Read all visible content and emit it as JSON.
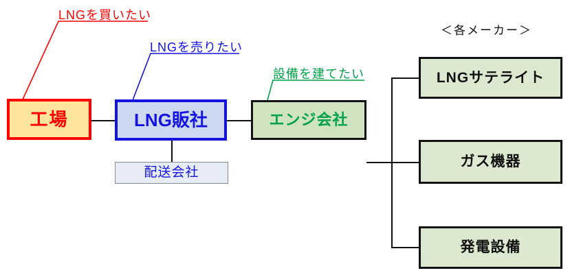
{
  "diagram": {
    "title_label": "＜各メーカー＞",
    "nodes": {
      "factory": {
        "label": "工場"
      },
      "dealer": {
        "label": "LNG販社"
      },
      "delivery": {
        "label": "配送会社"
      },
      "engineering": {
        "label": "エンジ会社"
      },
      "maker_satellite": {
        "label": "LNGサテライト"
      },
      "maker_gas_equipment": {
        "label": "ガス機器"
      },
      "maker_power_generation": {
        "label": "発電設備"
      }
    },
    "callouts": {
      "buy_lng": {
        "label": "LNGを買いたい",
        "color": "#fe0000"
      },
      "sell_lng": {
        "label": "LNGを売りたい",
        "color": "#1414e0"
      },
      "build_facility": {
        "label": "設備を建てたい",
        "color": "#00a14b"
      }
    },
    "colors": {
      "factory_fill": "#ffe49c",
      "factory_border": "#fe0000",
      "dealer_fill": "#ccd9f0",
      "dealer_border": "#1414e0",
      "delivery_fill": "#e7ecf7",
      "delivery_border": "#8a8a8a",
      "engineering_fill": "#cfe3c0",
      "maker_fill": "#dde8d0",
      "node_border_dark": "#111111",
      "connector": "#111111"
    }
  }
}
